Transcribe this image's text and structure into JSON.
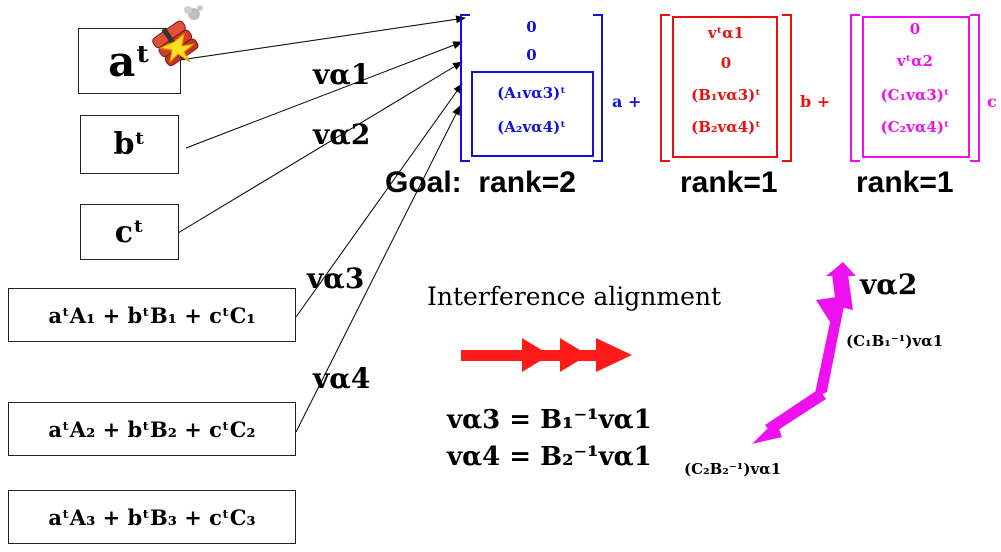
{
  "sources": [
    {
      "label": "aᵗ"
    },
    {
      "label": "bᵗ"
    },
    {
      "label": "cᵗ"
    },
    {
      "label": "aᵗA₁ + bᵗB₁ + cᵗC₁"
    },
    {
      "label": "aᵗA₂ + bᵗB₂ + cᵗC₂"
    },
    {
      "label": "aᵗA₃ + bᵗB₃ + cᵗC₃"
    }
  ],
  "vectors": {
    "v1": "vα1",
    "v2": "vα2",
    "v3": "vα3",
    "v4": "vα4"
  },
  "matrices": {
    "blue": {
      "entries": [
        "0",
        "0",
        "(A₁vα3)ᵗ",
        "(A₂vα4)ᵗ"
      ],
      "coef": "a +",
      "color": "#1010d8"
    },
    "red": {
      "entries": [
        "vᵗα1",
        "0",
        "(B₁vα3)ᵗ",
        "(B₂vα4)ᵗ"
      ],
      "coef": "b +",
      "color": "#e81010"
    },
    "magenta": {
      "entries": [
        "0",
        "vᵗα2",
        "(C₁vα3)ᵗ",
        "(C₂vα4)ᵗ"
      ],
      "coef": "c",
      "color": "#ee10ee"
    }
  },
  "goal": {
    "text": "Goal:  rank=2",
    "rank_red": "rank=1",
    "rank_magenta": "rank=1"
  },
  "alignment": {
    "title": "Interference alignment",
    "eq1": "vα3 = B₁⁻¹vα1",
    "eq2": "vα4 = B₂⁻¹vα1"
  },
  "diagram_labels": {
    "top": "vα2",
    "mid": "(C₁B₁⁻¹)vα1",
    "bottom": "(C₂B₂⁻¹)vα1"
  },
  "colors": {
    "blue": "#1010d8",
    "red": "#e81010",
    "magenta": "#ee10ee",
    "arrow_red": "#ff1a1a"
  },
  "icons": {
    "dynamite": "dynamite-explosion-icon"
  }
}
